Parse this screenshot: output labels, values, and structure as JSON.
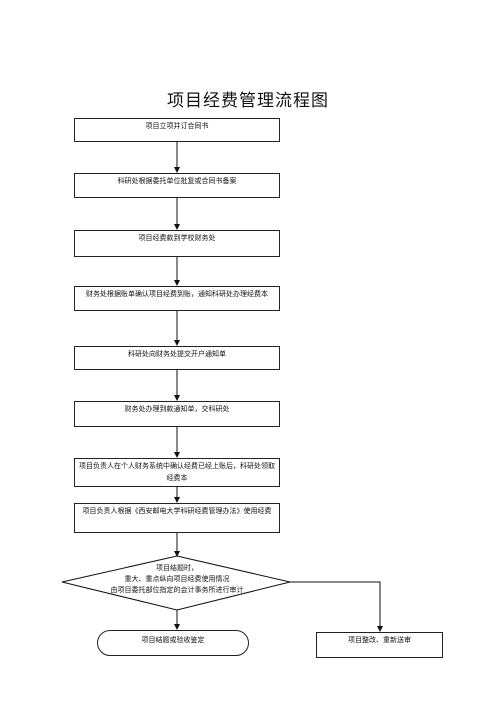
{
  "title": "项目经费管理流程图",
  "steps": [
    "项目立项并订合同书",
    "科研处根据委托单位批复或合同书备案",
    "项目经费款到学校财务处",
    "财务处根据账单确认项目经费到账，通知科研处办理经费本",
    "科研处向财务处提交开户通知单",
    "财务处办理到款通知单，交科研处",
    "项目负责人在个人财务系统中确认经费已经上账后，科研处领取经费本",
    "项目负责人根据《西安邮电大学科研经费管理办法》使用经费"
  ],
  "decision": {
    "line1": "项目结题时，",
    "line2": "重大、重点纵向项目经费使用情况",
    "line3": "由项目委托部位指定的会计事务所进行审计"
  },
  "terminal": "项目结题或验收鉴定",
  "side_box": "项目整改、重新送审"
}
